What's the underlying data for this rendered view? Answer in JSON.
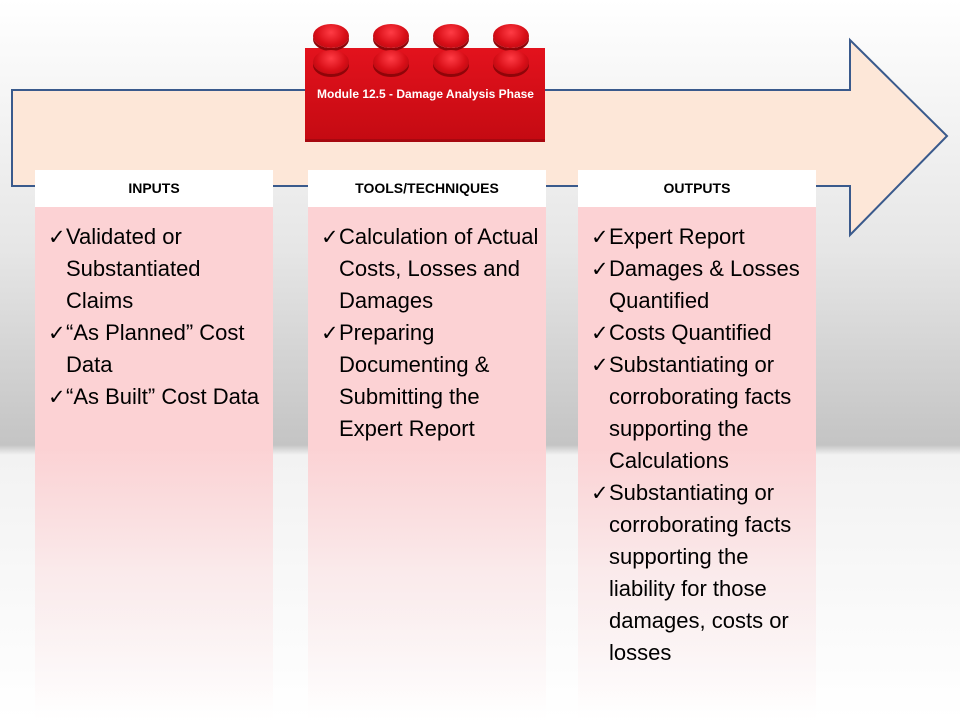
{
  "module": {
    "title": "Module 12.5 - Damage Analysis Phase"
  },
  "columns": [
    {
      "header": "INPUTS",
      "items": [
        "Validated or Substantiated Claims",
        "“As Planned” Cost Data",
        "“As Built” Cost Data"
      ]
    },
    {
      "header": "TOOLS/TECHNIQUES",
      "items": [
        "Calculation of Actual Costs, Losses and Damages",
        "Preparing Documenting & Submitting the Expert Report"
      ]
    },
    {
      "header": "OUTPUTS",
      "items": [
        "Expert Report",
        "Damages & Losses Quantified",
        "Costs Quantified",
        "Substantiating or corroborating facts supporting the Calculations",
        "Substantiating or corroborating facts supporting the liability for those damages, costs  or losses"
      ]
    }
  ],
  "colors": {
    "arrow_fill": "#fde7d8",
    "arrow_stroke": "#3a5a8c",
    "brick": "#d6101a",
    "column_fill": "#fcd2d4"
  },
  "icons": {
    "check": "✓"
  }
}
